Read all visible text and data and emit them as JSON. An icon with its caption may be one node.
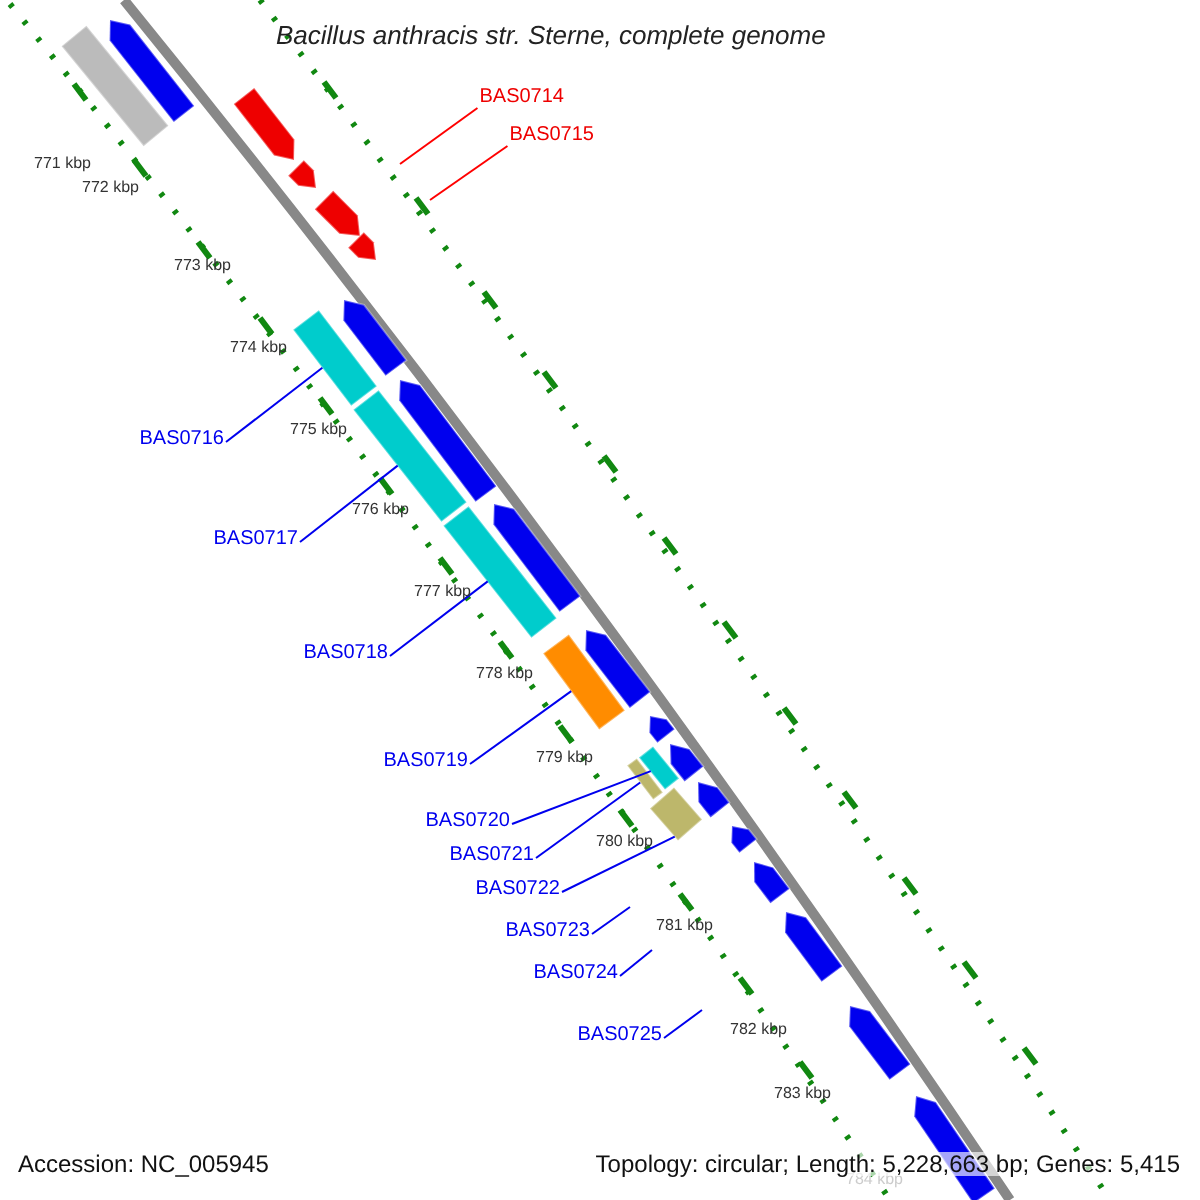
{
  "diagram": {
    "title": "Bacillus anthracis str. Sterne, complete genome",
    "nodes": [
      {
        "text": [
          "BAS0714"
        ]
      },
      {
        "text": [
          "BAS0715"
        ]
      },
      {
        "text": [
          "BAS0716"
        ]
      },
      {
        "text": [
          "BAS0717"
        ]
      },
      {
        "text": [
          "BAS0718"
        ]
      },
      {
        "text": [
          "BAS0719"
        ]
      },
      {
        "text": [
          "BAS0720"
        ]
      },
      {
        "text": [
          "BAS0721"
        ]
      },
      {
        "text": [
          "BAS0722"
        ]
      },
      {
        "text": [
          "BAS0723"
        ]
      },
      {
        "text": [
          "BAS0724"
        ]
      },
      {
        "text": [
          "BAS0725"
        ]
      },
      {
        "text": [],
        "shape": "bar"
      },
      {
        "text": [],
        "shape": "bar"
      },
      {
        "text": [],
        "shape": "bar"
      },
      {
        "text": [],
        "shape": "bar"
      },
      {
        "text": [],
        "shape": "bar"
      },
      {
        "text": [],
        "shape": "bar"
      },
      {
        "text": [],
        "shape": "bar"
      }
    ],
    "edges": [
      {
        "from": 0,
        "to": null,
        "arrow": "none",
        "color": "#ff0000"
      },
      {
        "from": 1,
        "to": null,
        "arrow": "none",
        "color": "#ff0000"
      },
      {
        "from": 2,
        "to": 12,
        "arrow": "none"
      },
      {
        "from": 3,
        "to": 13,
        "arrow": "none"
      },
      {
        "from": 4,
        "to": 14,
        "arrow": "none"
      },
      {
        "from": 5,
        "to": 15,
        "arrow": "none"
      },
      {
        "from": 6,
        "to": 16,
        "arrow": "none"
      },
      {
        "from": 7,
        "to": 17,
        "arrow": "none"
      },
      {
        "from": 8,
        "to": 18,
        "arrow": "none"
      },
      {
        "from": 9,
        "to": null,
        "arrow": "none"
      },
      {
        "from": 10,
        "to": null,
        "arrow": "none"
      },
      {
        "from": 11,
        "to": null,
        "arrow": "none"
      }
    ],
    "labels": [
      "771 kbp",
      "772 kbp",
      "773 kbp",
      "774 kbp",
      "775 kbp",
      "776 kbp",
      "777 kbp",
      "778 kbp",
      "779 kbp",
      "780 kbp",
      "781 kbp",
      "782 kbp",
      "783 kbp",
      "784 kbp",
      "Accession: NC_005945",
      "Topology: circular; Length: 5,228,663 bp; Genes: 5,415"
    ]
  }
}
